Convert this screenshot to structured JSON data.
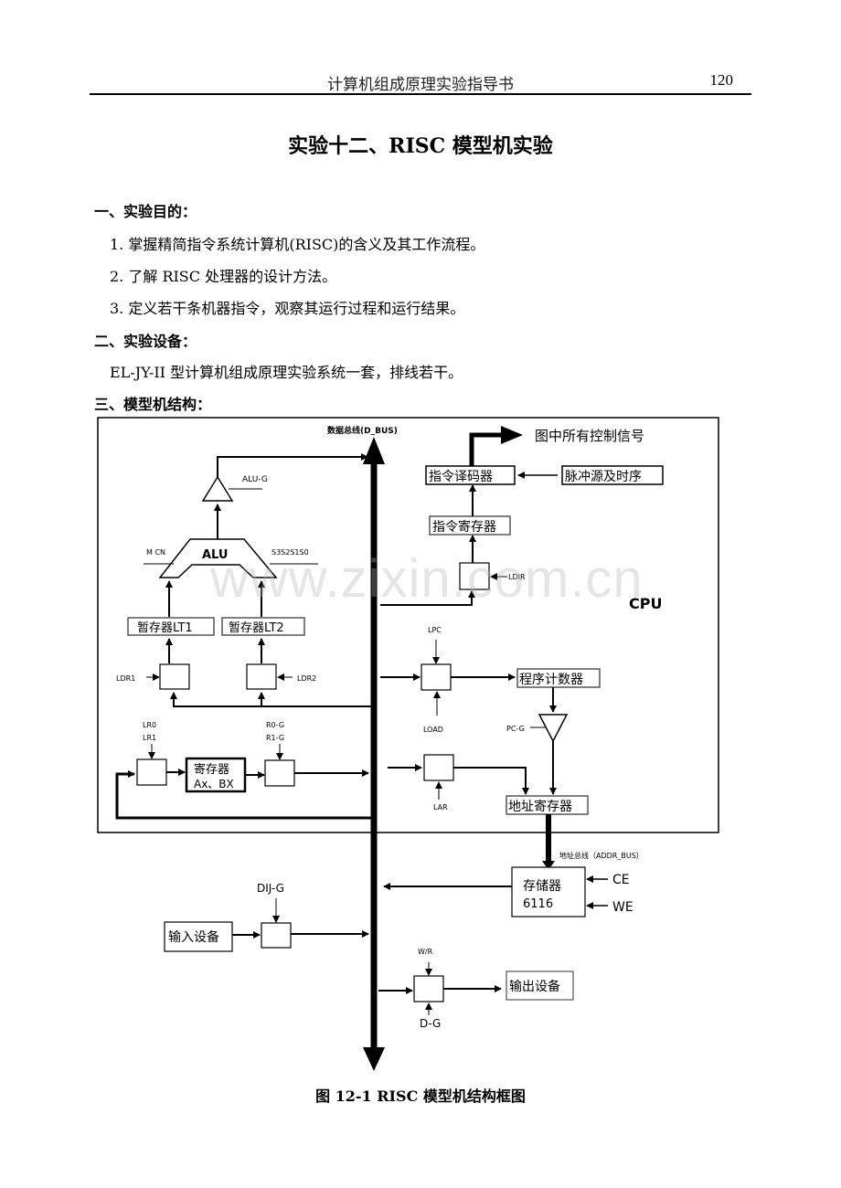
{
  "header": {
    "title": "计算机组成原理实验指导书",
    "page_number": "120"
  },
  "title": "实验十二、RISC 模型机实验",
  "sections": [
    {
      "heading": "一、实验目的：",
      "items": [
        "1. 掌握精简指令系统计算机(RISC)的含义及其工作流程。",
        "2. 了解 RISC 处理器的设计方法。",
        "3. 定义若干条机器指令，观察其运行过程和运行结果。"
      ]
    },
    {
      "heading": "二、实验设备：",
      "items": [
        "EL-JY-II 型计算机组成原理实验系统一套，排线若干。"
      ]
    },
    {
      "heading": "三、模型机结构：",
      "items": []
    }
  ],
  "diagram": {
    "data_bus": "数据总线(D_BUS)",
    "control_signals": "图中所有控制信号",
    "instruction_decoder": "指令译码器",
    "clock_source": "脉冲源及时序",
    "instruction_register": "指令寄存器",
    "ldir": "LDIR",
    "cpu": "CPU",
    "alu": "ALU",
    "alu_g": "ALU-G",
    "m_cn": "M CN",
    "s_bits": "S3S2S1S0",
    "lt1": "暂存器LT1",
    "lt2": "暂存器LT2",
    "ldr1": "LDR1",
    "ldr2": "LDR2",
    "lr0": "LR0",
    "lr1": "LR1",
    "reg_line1": "寄存器",
    "reg_line2": "Ax、BX",
    "r0g": "R0-G",
    "r1g": "R1-G",
    "lpc": "LPC",
    "load": "LOAD",
    "pc": "程序计数器",
    "pcg": "PC-G",
    "lar": "LAR",
    "addr_reg": "地址寄存器",
    "addr_bus": "地址总线（ADDR_BUS）",
    "mem_line1": "存储器",
    "mem_line2": "6116",
    "ce": "CE",
    "we": "WE",
    "dijg": "DIJ-G",
    "input_device": "输入设备",
    "wr": "W/R",
    "dg": "D-G",
    "output_device": "输出设备"
  },
  "watermark": "www.zixin.com.cn",
  "caption": "图 12-1 RISC 模型机结构框图"
}
